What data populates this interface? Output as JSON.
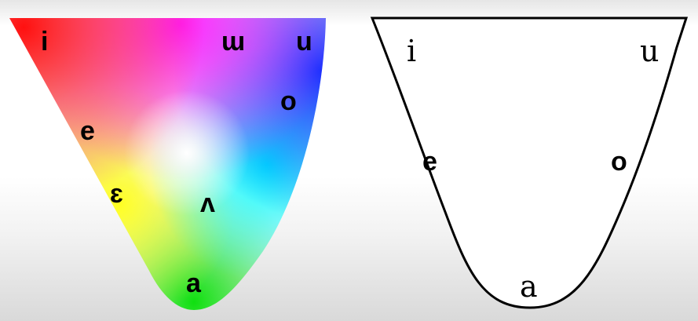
{
  "colored_chart": {
    "corner_colors": {
      "top_left": "#ff1010",
      "top_middle": "#ff20ff",
      "top_right": "#1030ff",
      "mid_left": "#ffff20",
      "mid_right": "#00ffff",
      "bottom": "#10e010",
      "center": "#ffffff"
    },
    "vowels": {
      "i": "i",
      "w": "ɯ",
      "u": "u",
      "o": "o",
      "e": "e",
      "epsilon": "ɛ",
      "wedge": "ʌ",
      "a": "a"
    }
  },
  "outline_chart": {
    "stroke_color": "#000000",
    "vowels": {
      "i": "i",
      "u": "u",
      "e": "e",
      "o": "o",
      "a": "a"
    }
  }
}
